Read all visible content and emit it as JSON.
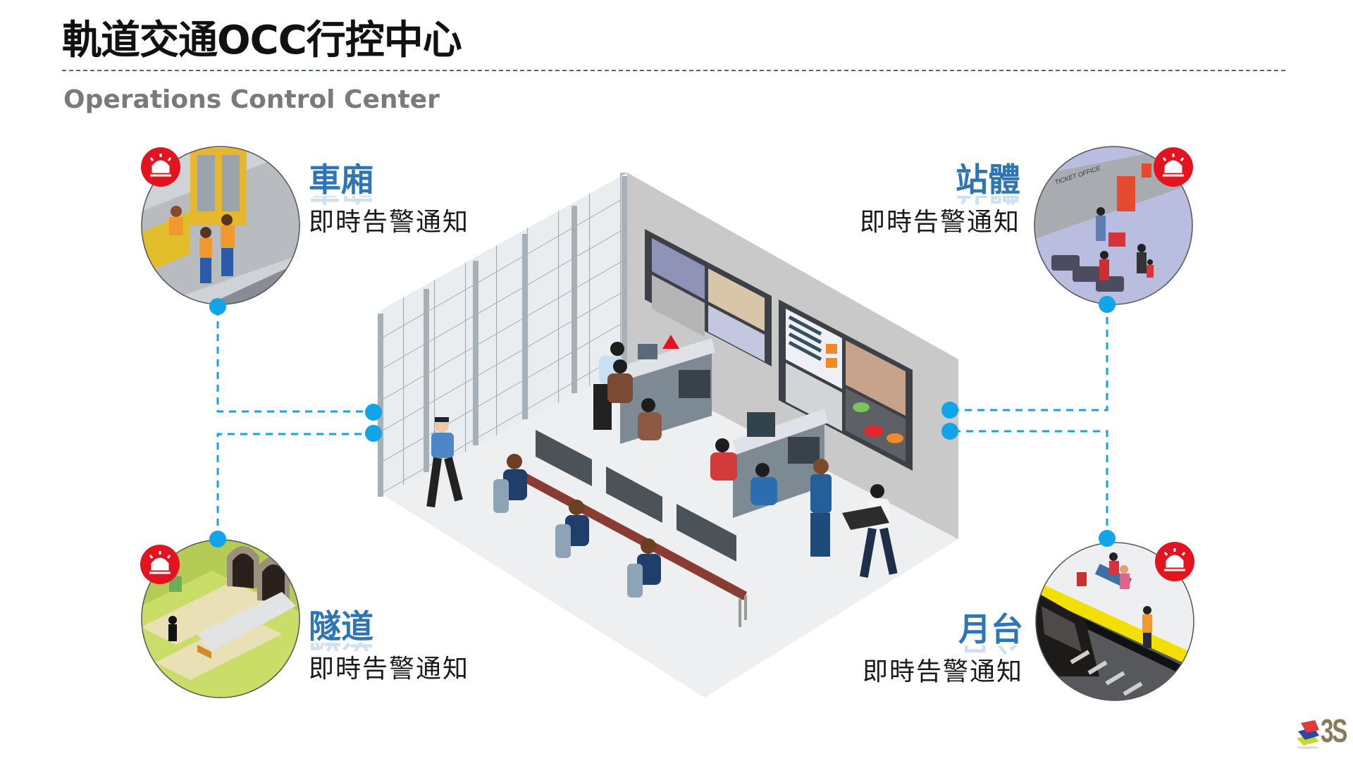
{
  "page": {
    "title": "軌道交通OCC行控中心",
    "subtitle": "Operations Control Center"
  },
  "categories": [
    {
      "id": "carriage",
      "heading": "車廂",
      "description": "即時告警通知",
      "position": "top-left",
      "scene": "train-carriage-interior",
      "badge_icon": "alarm-siren-icon"
    },
    {
      "id": "station",
      "heading": "站體",
      "description": "即時告警通知",
      "position": "top-right",
      "scene": "station-concourse-ticket-office",
      "badge_icon": "alarm-siren-icon",
      "scene_label": "TICKET OFFICE"
    },
    {
      "id": "tunnel",
      "heading": "隧道",
      "description": "即時告警通知",
      "position": "bottom-left",
      "scene": "tunnel-portal-train",
      "badge_icon": "alarm-siren-icon"
    },
    {
      "id": "platform",
      "heading": "月台",
      "description": "即時告警通知",
      "position": "bottom-right",
      "scene": "platform-waiting-area",
      "badge_icon": "alarm-siren-icon"
    }
  ],
  "center": {
    "scene": "isometric-control-room",
    "elements": [
      "video-wall-left",
      "video-wall-right",
      "operator-consoles",
      "cctv-desk-row",
      "security-guard",
      "technician-with-server"
    ]
  },
  "logo": {
    "text": "3S"
  },
  "colors": {
    "heading_blue": "#2e75b6",
    "connector_blue": "#12a4e8",
    "alarm_red": "#e3131f",
    "title_rule": "#4a63a8",
    "subtitle_gray": "#7a7a7a"
  }
}
